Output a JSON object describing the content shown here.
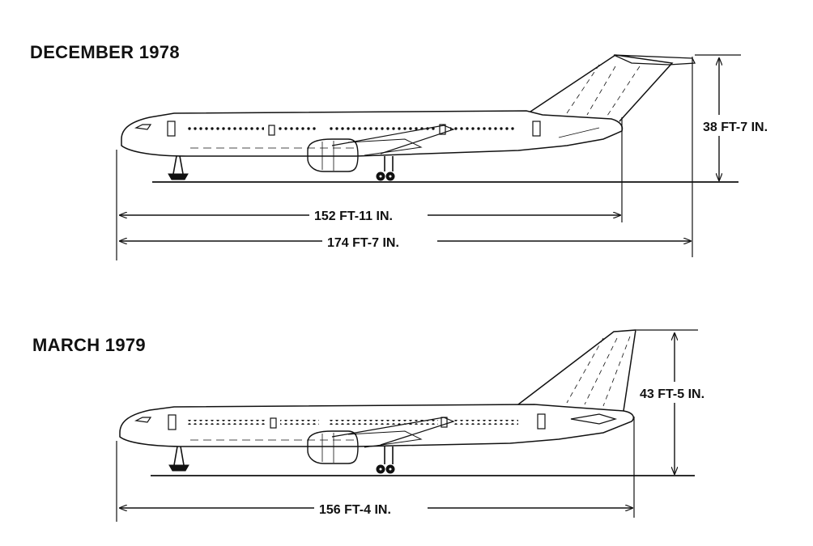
{
  "diagram": {
    "configurations": [
      {
        "label": "DECEMBER 1978",
        "height_label": "38 FT-7 IN.",
        "fuselage_length_label": "152 FT-11 IN.",
        "overall_length_label": "174 FT-7 IN."
      },
      {
        "label": "MARCH 1979",
        "height_label": "43 FT-5 IN.",
        "overall_length_label": "156 FT-4 IN."
      }
    ]
  }
}
